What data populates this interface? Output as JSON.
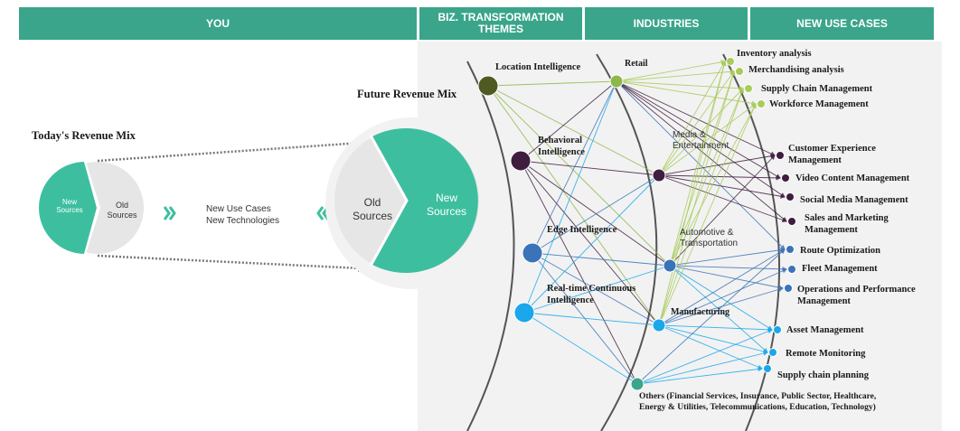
{
  "headers": {
    "you": "YOU",
    "themes_line1": "BIZ. TRANSFORMATION",
    "themes_line2": "THEMES",
    "industries": "INDUSTRIES",
    "use_cases": "NEW USE CASES"
  },
  "colors": {
    "header": "#3aa58a",
    "teal": "#3dbf9f",
    "light_gray": "#e6e6e6",
    "olive": "#4f5a22",
    "purple": "#3f1d3f",
    "blue": "#3a73b8",
    "cyan": "#1aa7ec",
    "lime": "#8db84a",
    "dark_purple_case": "#3c1c3c"
  },
  "left": {
    "today_title": "Today's Revenue Mix",
    "today_new_line1": "New",
    "today_new_line2": "Sources",
    "today_old_line1": "Old",
    "today_old_line2": "Sources",
    "drivers_line1": "New Use Cases",
    "drivers_line2": "New Technologies",
    "future_title": "Future Revenue Mix",
    "future_old_line1": "Old",
    "future_old_line2": "Sources",
    "future_new_line1": "New",
    "future_new_line2": "Sources"
  },
  "themes": [
    {
      "id": "loc",
      "line1": "Location Intelligence",
      "line2": "",
      "color": "#4f5a22"
    },
    {
      "id": "beh",
      "line1": "Behavioral",
      "line2": "Intelligence",
      "color": "#3f1d3f"
    },
    {
      "id": "edge",
      "line1": "Edge Intelligence",
      "line2": "",
      "color": "#3a73b8"
    },
    {
      "id": "rt",
      "line1": "Real-time Continuous",
      "line2": "Intelligence",
      "color": "#1aa7ec"
    }
  ],
  "industries": [
    {
      "id": "retail",
      "line1": "Retail",
      "line2": "",
      "color": "#8db84a"
    },
    {
      "id": "media",
      "line1": "Media &",
      "line2": "Entertainment",
      "color": "#3f1d3f"
    },
    {
      "id": "auto",
      "line1": "Automotive &",
      "line2": "Transportation",
      "color": "#3a73b8"
    },
    {
      "id": "mfg",
      "line1": "Manufacturing",
      "line2": "",
      "color": "#1aa7ec"
    },
    {
      "id": "others",
      "line1": "Others (Financial Services, Insurance, Public Sector, Healthcare,",
      "line2": "Energy & Utilities, Telecommunications, Education,  Technology)",
      "color": "#3aa58a"
    }
  ],
  "use_cases": [
    {
      "line1": "Inventory analysis",
      "line2": "",
      "color": "#a8cc5a"
    },
    {
      "line1": "Merchandising analysis",
      "line2": "",
      "color": "#a8cc5a"
    },
    {
      "line1": "Supply Chain Management",
      "line2": "",
      "color": "#a8cc5a"
    },
    {
      "line1": "Workforce Management",
      "line2": "",
      "color": "#a8cc5a"
    },
    {
      "line1": "Customer Experience",
      "line2": "Management",
      "color": "#3f1d3f"
    },
    {
      "line1": "Video Content Management",
      "line2": "",
      "color": "#3f1d3f"
    },
    {
      "line1": "Social Media Management",
      "line2": "",
      "color": "#3f1d3f"
    },
    {
      "line1": "Sales and Marketing",
      "line2": "Management",
      "color": "#3f1d3f"
    },
    {
      "line1": "Route Optimization",
      "line2": "",
      "color": "#3a73b8"
    },
    {
      "line1": "Fleet Management",
      "line2": "",
      "color": "#3a73b8"
    },
    {
      "line1": "Operations and Performance",
      "line2": "Management",
      "color": "#3a73b8"
    },
    {
      "line1": "Asset Management",
      "line2": "",
      "color": "#1aa7ec"
    },
    {
      "line1": "Remote Monitoring",
      "line2": "",
      "color": "#1aa7ec"
    },
    {
      "line1": "Supply chain planning",
      "line2": "",
      "color": "#1aa7ec"
    }
  ]
}
